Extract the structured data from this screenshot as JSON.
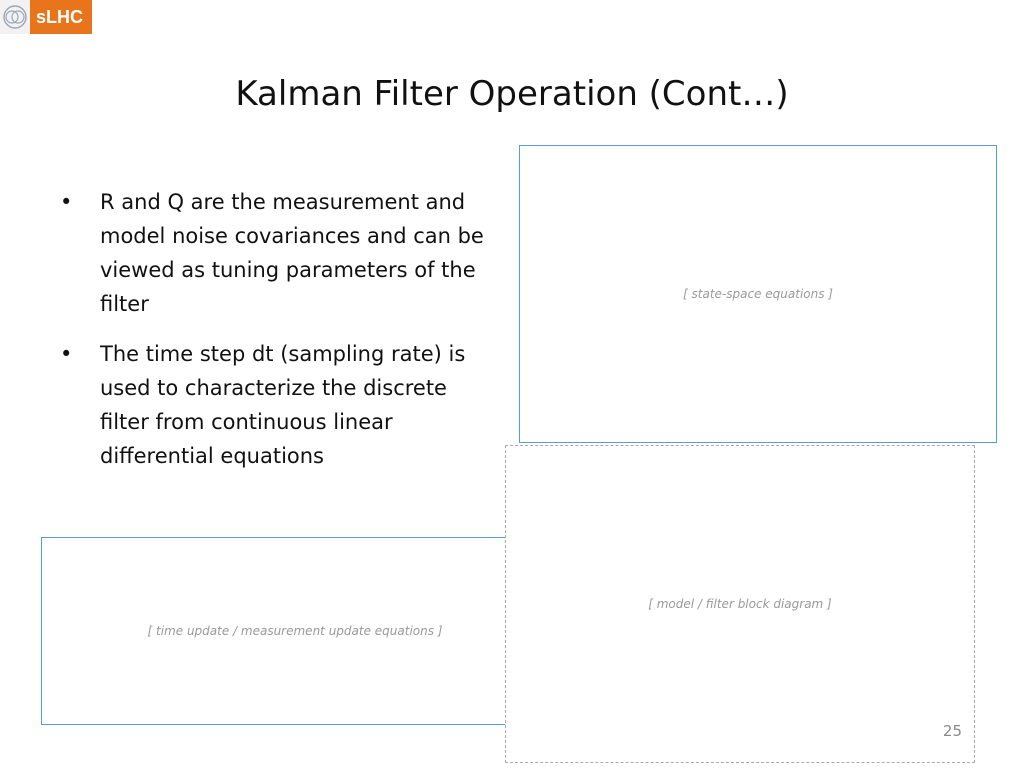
{
  "logo": {
    "brand": "sLHC"
  },
  "title": "Kalman Filter Operation (Cont…)",
  "bullets": [
    {
      "marker": "•",
      "text": "R and Q are the measurement and model noise covariances and can be viewed as tuning parameters of the filter"
    },
    {
      "marker": "•",
      "text": "The time step dt (sampling rate) is used to characterize the discrete filter from continuous linear differential equations"
    }
  ],
  "page_number": "25"
}
